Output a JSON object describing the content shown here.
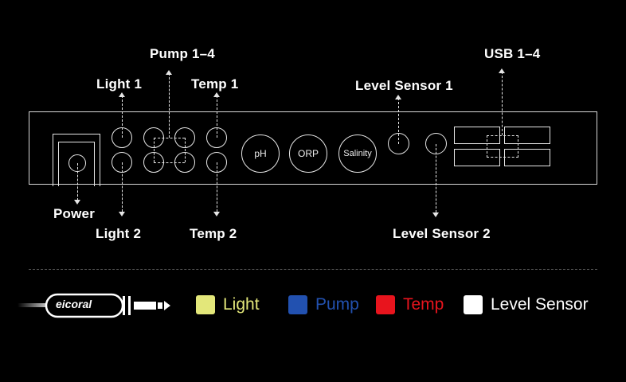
{
  "labels": {
    "light1": "Light 1",
    "light2": "Light 2",
    "pump": "Pump 1–4",
    "temp1": "Temp 1",
    "temp2": "Temp 2",
    "level1": "Level Sensor 1",
    "level2": "Level Sensor 2",
    "usb": "USB 1–4",
    "power": "Power"
  },
  "probes": {
    "ph": "pH",
    "orp": "ORP",
    "salinity": "Salinity"
  },
  "logo": {
    "text": "eicoral"
  },
  "legend": [
    {
      "label": "Light",
      "color": "#e3e77a"
    },
    {
      "label": "Pump",
      "color": "#2251b0"
    },
    {
      "label": "Temp",
      "color": "#e8141d"
    },
    {
      "label": "Level Sensor",
      "color": "#ffffff"
    }
  ]
}
